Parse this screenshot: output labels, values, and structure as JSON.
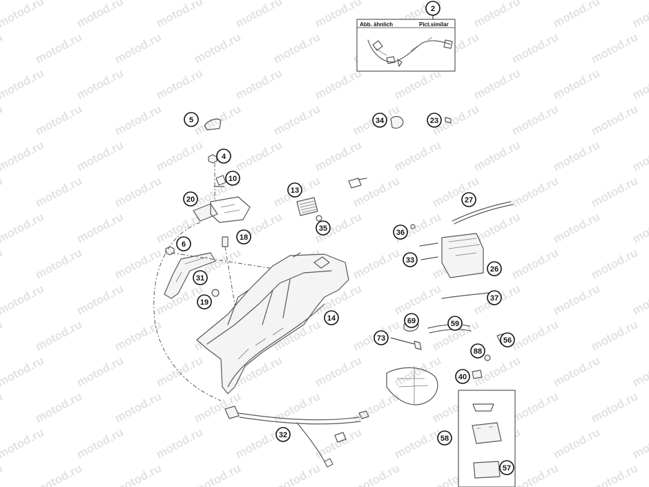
{
  "watermark": "motod.ru",
  "inset": {
    "label_de": "Abb. ähnlich",
    "label_en": "Pict.similar"
  },
  "callouts": [
    {
      "id": "c2",
      "label": "2"
    },
    {
      "id": "c5",
      "label": "5"
    },
    {
      "id": "c4",
      "label": "4"
    },
    {
      "id": "c10",
      "label": "10"
    },
    {
      "id": "c13",
      "label": "13"
    },
    {
      "id": "c20",
      "label": "20"
    },
    {
      "id": "c35",
      "label": "35"
    },
    {
      "id": "c18",
      "label": "18"
    },
    {
      "id": "c6",
      "label": "6"
    },
    {
      "id": "c31",
      "label": "31"
    },
    {
      "id": "c19",
      "label": "19"
    },
    {
      "id": "c14",
      "label": "14"
    },
    {
      "id": "c34",
      "label": "34"
    },
    {
      "id": "c23",
      "label": "23"
    },
    {
      "id": "c27",
      "label": "27"
    },
    {
      "id": "c36",
      "label": "36"
    },
    {
      "id": "c33",
      "label": "33"
    },
    {
      "id": "c26",
      "label": "26"
    },
    {
      "id": "c37",
      "label": "37"
    },
    {
      "id": "c69",
      "label": "69"
    },
    {
      "id": "c59",
      "label": "59"
    },
    {
      "id": "c73",
      "label": "73"
    },
    {
      "id": "c56",
      "label": "56"
    },
    {
      "id": "c88",
      "label": "88"
    },
    {
      "id": "c40",
      "label": "40"
    },
    {
      "id": "c32",
      "label": "32"
    },
    {
      "id": "c58",
      "label": "58"
    },
    {
      "id": "c57",
      "label": "57"
    }
  ]
}
